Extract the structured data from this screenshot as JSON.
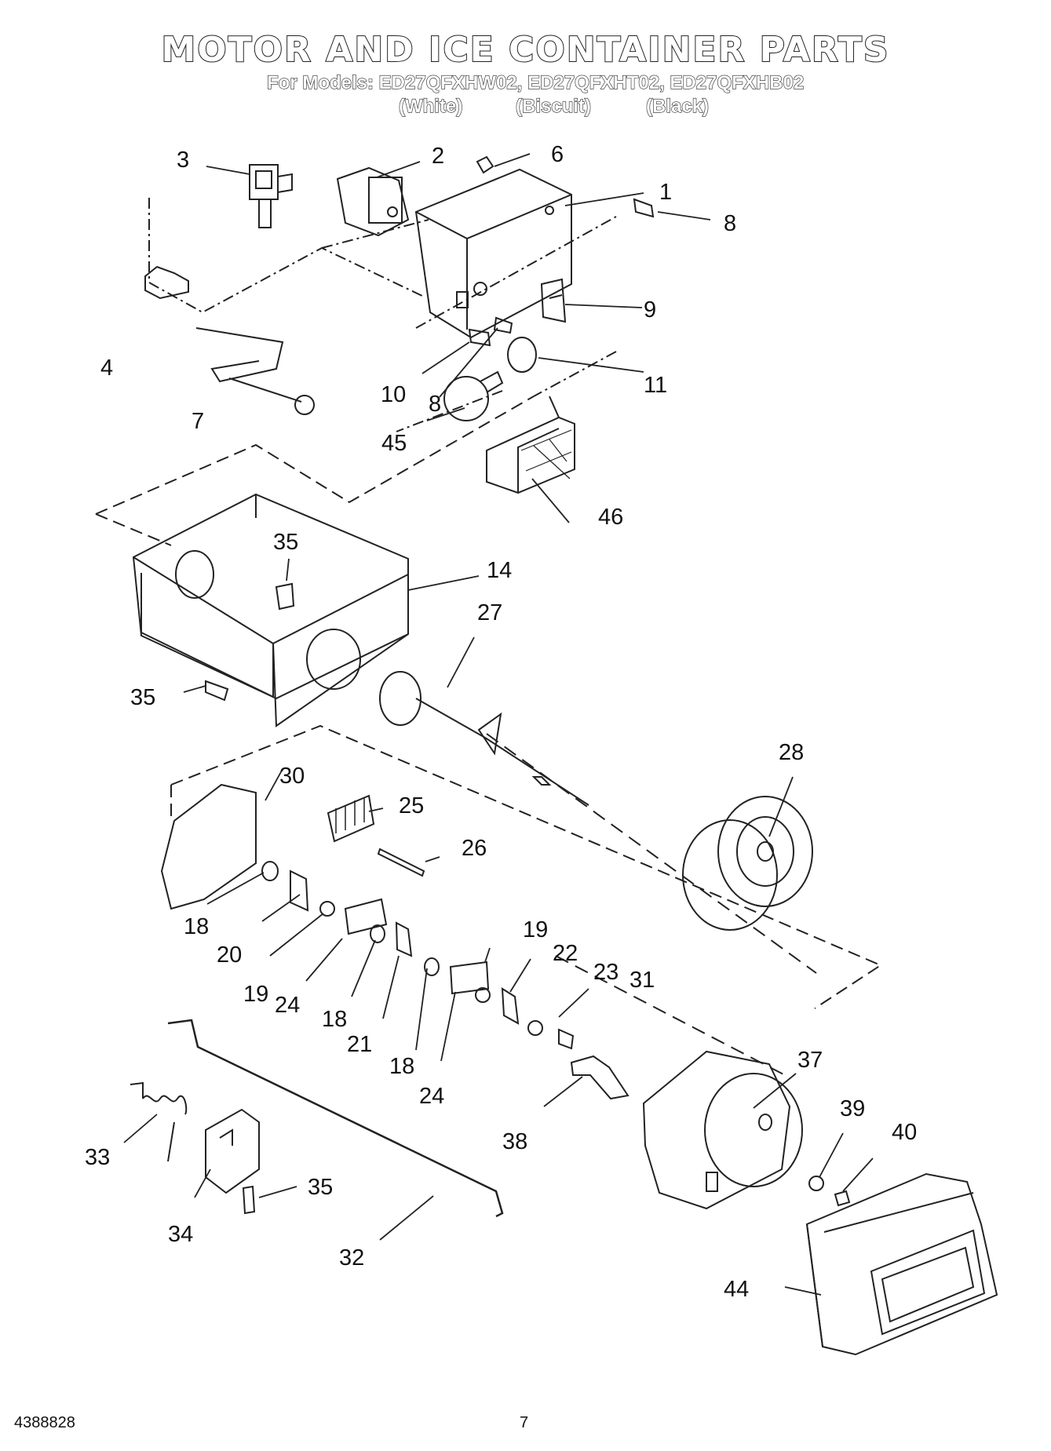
{
  "header": {
    "title": "MOTOR AND ICE CONTAINER PARTS",
    "models_line": "For Models: ED27QFXHW02, ED27QFXHT02, ED27QFXHB02",
    "variants": [
      "(White)",
      "(Biscuit)",
      "(Black)"
    ]
  },
  "callouts": [
    "1",
    "2",
    "3",
    "4",
    "6",
    "7",
    "8",
    "8",
    "9",
    "10",
    "11",
    "45",
    "46",
    "14",
    "35",
    "35",
    "27",
    "28",
    "30",
    "25",
    "26",
    "18",
    "20",
    "19",
    "24",
    "18",
    "21",
    "18",
    "24",
    "19",
    "22",
    "23",
    "31",
    "37",
    "38",
    "39",
    "40",
    "44",
    "33",
    "34",
    "35",
    "32"
  ],
  "footer": {
    "part_number": "4388828",
    "page_number": "7"
  }
}
